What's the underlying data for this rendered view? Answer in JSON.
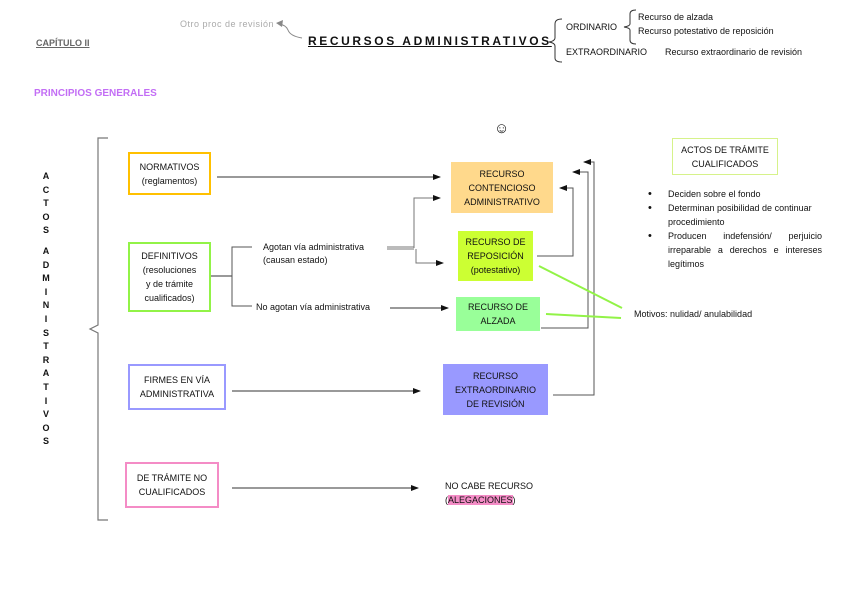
{
  "header": {
    "chapter": "CAPÍTULO II",
    "title": "RECURSOS ADMINISTRATIVOS",
    "note": "Otro proc de revisión",
    "section": "PRINCIPIOS GENERALES"
  },
  "classification": {
    "ordinario": {
      "label": "ORDINARIO",
      "items": [
        "Recurso de alzada",
        "Recurso potestativo de reposición"
      ]
    },
    "extraordinario": {
      "label": "EXTRAORDINARIO",
      "item": "Recurso extraordinario de revisión"
    }
  },
  "smiley": "☺",
  "vertical_label": [
    "A",
    "C",
    "T",
    "O",
    "S",
    "",
    "A",
    "D",
    "M",
    "I",
    "N",
    "I",
    "S",
    "T",
    "R",
    "A",
    "T",
    "I",
    "V",
    "O",
    "S"
  ],
  "acts": {
    "normativos": {
      "line1": "NORMATIVOS",
      "line2": "(reglamentos)",
      "color": "#ffc000"
    },
    "definitivos": {
      "line1": "DEFINITIVOS",
      "line2": "(resoluciones",
      "line3": "y de trámite",
      "line4": "cualificados)",
      "color": "#92f347"
    },
    "firmes": {
      "line1": "FIRMES EN VÍA",
      "line2": "ADMINISTRATIVA",
      "color": "#9999ff"
    },
    "tramite_no": {
      "line1": "DE TRÁMITE NO",
      "line2": "CUALIFICADOS",
      "color": "#f48cc6"
    }
  },
  "branches": {
    "agotan": {
      "line1": "Agotan vía administrativa",
      "line2": "(causan estado)"
    },
    "no_agotan": "No agotan vía administrativa"
  },
  "recursos": {
    "contencioso": {
      "line1": "RECURSO",
      "line2": "CONTENCIOSO",
      "line3": "ADMINISTRATIVO",
      "color": "#ffd98c"
    },
    "reposicion": {
      "line1": "RECURSO DE",
      "line2": "REPOSICIÓN",
      "line3": "(potestativo)",
      "color": "#ccff33"
    },
    "alzada": {
      "line1": "RECURSO DE",
      "line2": "ALZADA",
      "color": "#99ff99"
    },
    "extraordinario": {
      "line1": "RECURSO",
      "line2": "EXTRAORDINARIO",
      "line3": "DE REVISIÓN",
      "color": "#9999ff"
    },
    "no_cabe": {
      "line1": "NO CABE RECURSO",
      "paren_open": "(",
      "highlight": "ALEGACIONES",
      "paren_close": ")"
    }
  },
  "cualificados": {
    "title_line1": "ACTOS DE TRÁMITE",
    "title_line2": "CUALIFICADOS",
    "bullets": [
      "Deciden sobre el fondo",
      "Determinan posibilidad de continuar procedimiento",
      "Producen indefensión/ perjuicio irreparable a derechos e intereses legítimos"
    ]
  },
  "motivos": "Motivos: nulidad/ anulabilidad"
}
